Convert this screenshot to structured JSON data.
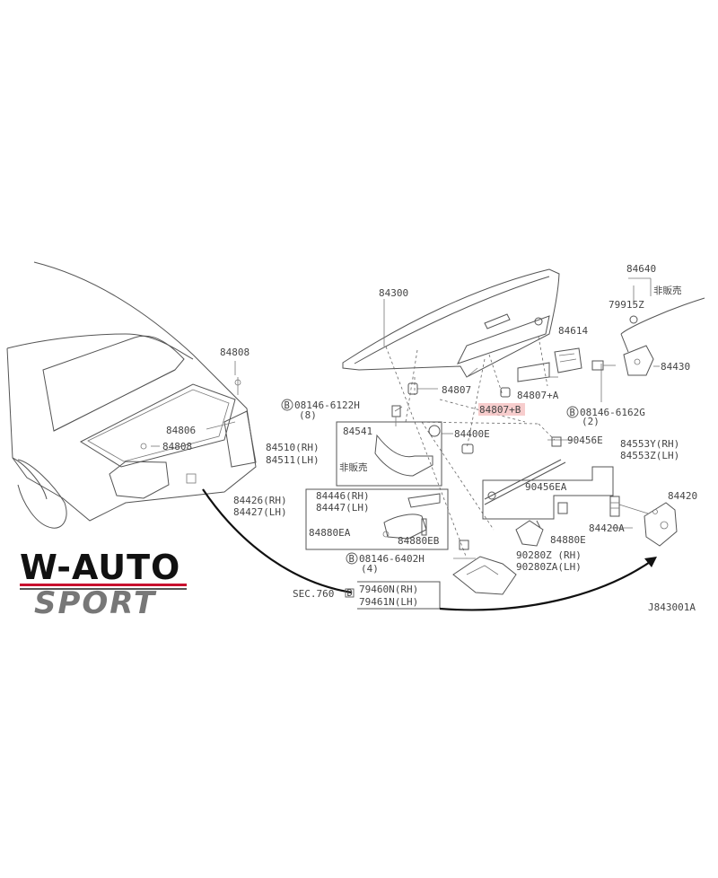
{
  "diagram": {
    "ref_code": "J843001A",
    "logo": {
      "line1": "W-AUTO",
      "line2": "SPORT",
      "accent_color": "#c8102e"
    },
    "highlight_color": "#e35d5d",
    "labels": {
      "p84808_top": "84808",
      "p84806": "84806",
      "p84808_mid": "84808",
      "p84300": "84300",
      "p84807": "84807",
      "p84807A": "84807+A",
      "p84807B": "84807+B",
      "p84614": "84614",
      "p84640": "84640",
      "hi_hanbai_top": "非販売",
      "p79915Z": "79915Z",
      "p84430": "84430",
      "b08146_6162G": "08146-6162G",
      "b6162G_qty": "(2)",
      "b08146_6122H": "08146-6122H",
      "b6122H_qty": "(8)",
      "p84541": "84541",
      "p84400E": "84400E",
      "p84510": "84510(RH)",
      "p84511": "84511(LH)",
      "hi_hanbai_mid": "非販売",
      "p90456E": "90456E",
      "p84553Y": "84553Y(RH)",
      "p84553Z": "84553Z(LH)",
      "p90456EA": "90456EA",
      "p84426": "84426(RH)",
      "p84427": "84427(LH)",
      "p84446": "84446(RH)",
      "p84447": "84447(LH)",
      "p84880EA": "84880EA",
      "p84880EB": "84880EB",
      "p84880E": "84880E",
      "p84420A": "84420A",
      "p84420": "84420",
      "p90280Z": "90280Z (RH)",
      "p90280ZA": "90280ZA(LH)",
      "b08146_6402H": "08146-6402H",
      "b6402H_qty": "(4)",
      "sec760": "SEC.760",
      "p79460N": "79460N(RH)",
      "p79461N": "79461N(LH)"
    }
  }
}
